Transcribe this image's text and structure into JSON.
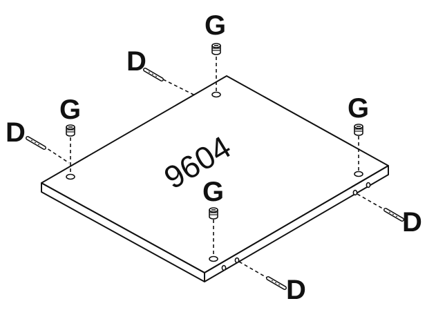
{
  "panel": {
    "part_number": "9604"
  },
  "labels": {
    "cam_lock": "G",
    "dowel": "D"
  },
  "colors": {
    "line": "#111111",
    "background": "#ffffff"
  },
  "hardware": {
    "cam_lock_count": 4,
    "dowel_count": 4,
    "icons": [
      "cam-lock-icon",
      "dowel-icon"
    ]
  }
}
